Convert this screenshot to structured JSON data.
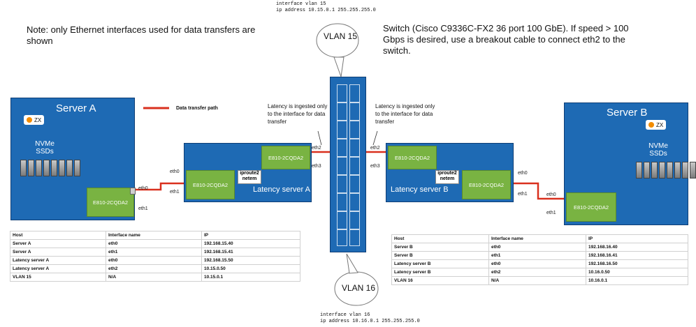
{
  "notes": {
    "left": "Note: only Ethernet interfaces used for data transfers are shown",
    "right": "Switch (Cisco C9336C-FX2 36 port 100 GbE).  If speed > 100 Gbps is desired, use a breakout cable to connect eth2 to the switch.",
    "legend": "Data transfer path"
  },
  "vlan15": {
    "label": "VLAN 15",
    "cmd1": "interface vlan 15",
    "cmd2": "ip address 10.15.0.1 255.255.255.0"
  },
  "vlan16": {
    "label": "VLAN 16",
    "cmd1": "interface vlan 16",
    "cmd2": "ip address 10.16.0.1 255.255.255.0"
  },
  "latency_note": "Latency is ingested only to the interface for data transfer",
  "server_a": {
    "title": "Server A",
    "nvme": "NVMe SSDs",
    "zx": "ZX",
    "nic": "E810-2CQDA2",
    "eth0": "eth0",
    "eth1": "eth1"
  },
  "server_b": {
    "title": "Server B",
    "nvme": "NVMe SSDs",
    "zx": "ZX",
    "nic": "E810-2CQDA2",
    "eth0": "eth0",
    "eth1": "eth1"
  },
  "lat_a": {
    "title": "Latency server A",
    "nic1": "E810-2CQDA2",
    "nic2": "E810-2CQDA2",
    "tools": "iproute2 netem",
    "eth0": "eth0",
    "eth1": "eth1",
    "eth2": "eth2",
    "eth3": "eth3"
  },
  "lat_b": {
    "title": "Latency server B",
    "nic1": "E810-2CQDA2",
    "nic2": "E810-2CQDA2",
    "tools": "iproute2 netem",
    "eth0": "eth0",
    "eth1": "eth1",
    "eth2": "eth2",
    "eth3": "eth3"
  },
  "table_a": {
    "headers": [
      "Host",
      "Interface name",
      "IP"
    ],
    "rows": [
      [
        "Server A",
        "eth0",
        "192.168.15.40"
      ],
      [
        "Server A",
        "eth1",
        "192.168.15.41"
      ],
      [
        "Latency server A",
        "eth0",
        "192.168.15.50"
      ],
      [
        "Latency server A",
        "eth2",
        "10.15.0.50"
      ],
      [
        "VLAN 15",
        "N/A",
        "10.15.0.1"
      ]
    ]
  },
  "table_b": {
    "headers": [
      "Host",
      "Interface name",
      "IP"
    ],
    "rows": [
      [
        "Server B",
        "eth0",
        "192.168.16.40"
      ],
      [
        "Server B",
        "eth1",
        "192.168.16.41"
      ],
      [
        "Latency server B",
        "eth0",
        "192.168.16.50"
      ],
      [
        "Latency server B",
        "eth2",
        "10.16.0.50"
      ],
      [
        "VLAN 16",
        "N/A",
        "10.16.0.1"
      ]
    ]
  },
  "colors": {
    "box": "#1e6ab4",
    "nic": "#79b342",
    "path": "#d9301e"
  }
}
